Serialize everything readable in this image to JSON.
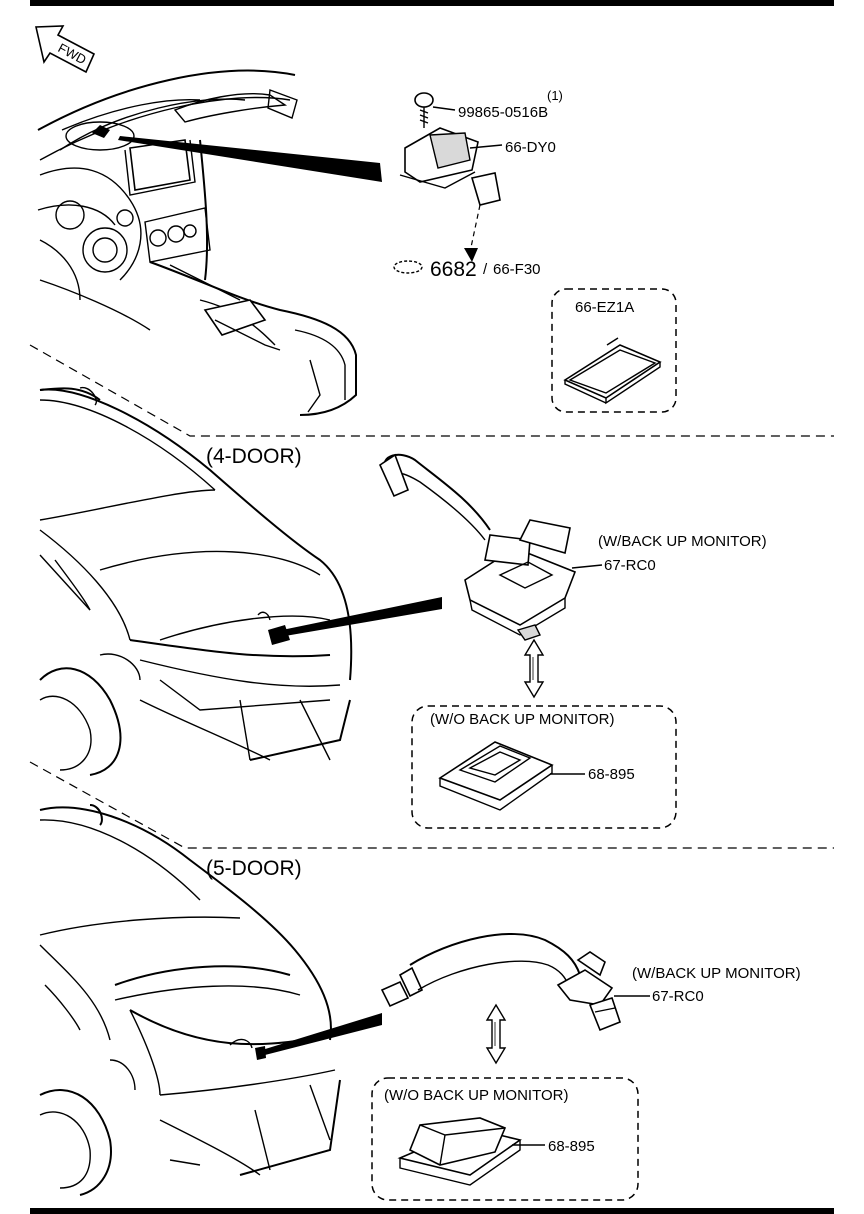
{
  "fwd_label": "FWD",
  "parts": {
    "screw_qty": "(1)",
    "screw": "99865-0516B",
    "bracket": "66-DY0",
    "connector_code": "6682",
    "connector_sep": "/",
    "connector_part": "66-F30",
    "sd_card": "66-EZ1A",
    "camera": "67-RC0",
    "cover": "68-895"
  },
  "sections": {
    "four_door": {
      "title": "(4-DOOR)",
      "with_monitor": "(W/BACK UP MONITOR)",
      "without_monitor": "(W/O BACK UP MONITOR)"
    },
    "five_door": {
      "title": "(5-DOOR)",
      "with_monitor": "(W/BACK UP MONITOR)",
      "without_monitor": "(W/O BACK UP MONITOR)"
    }
  },
  "colors": {
    "line": "#000000",
    "background": "#ffffff",
    "fill_light": "#d9d9d9"
  }
}
